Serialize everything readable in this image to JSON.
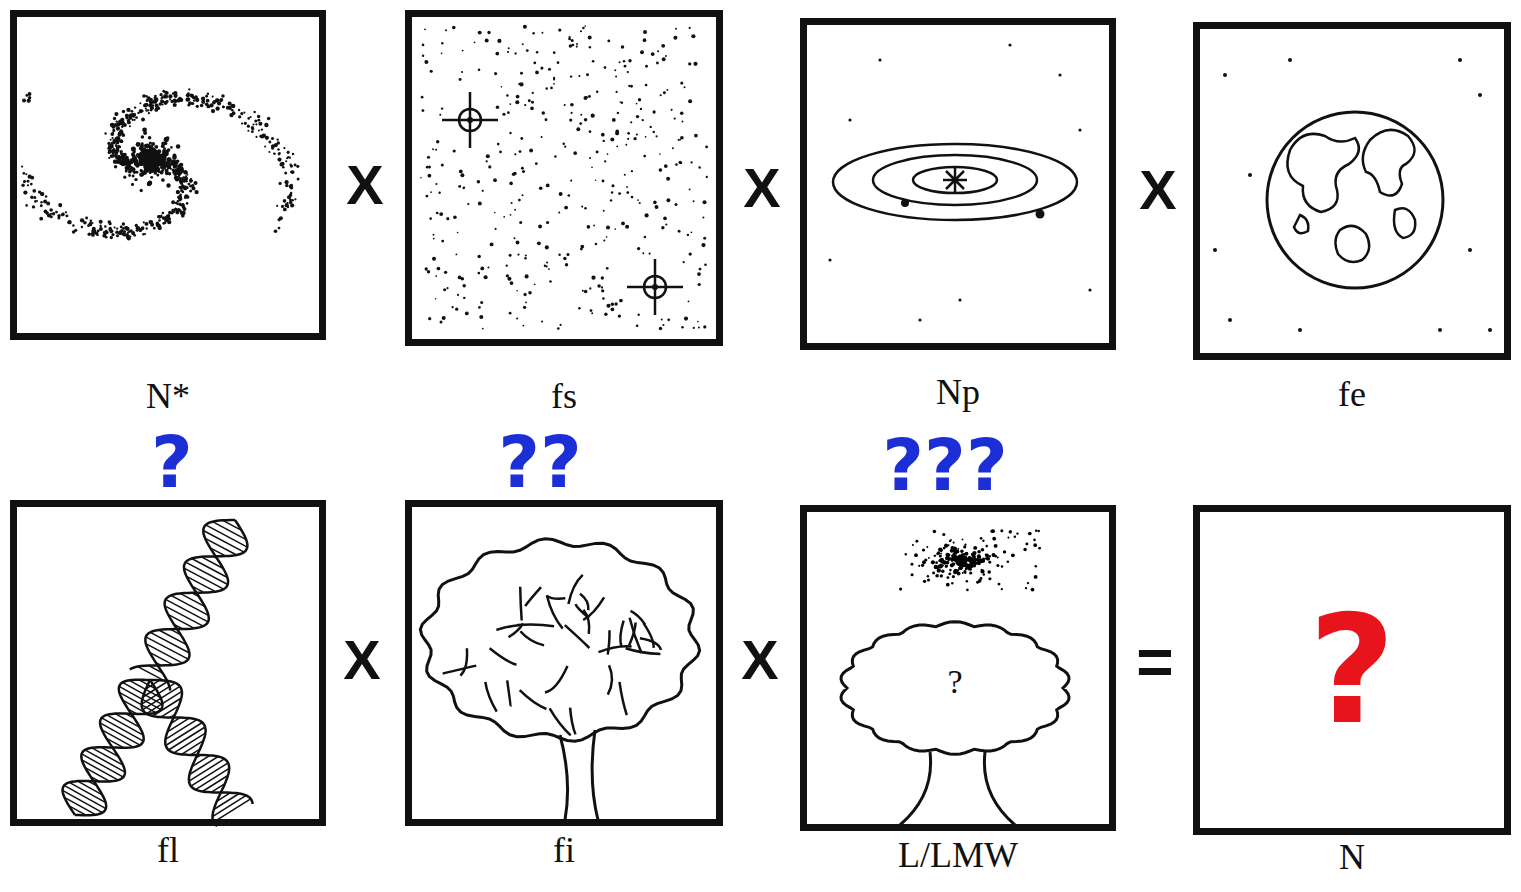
{
  "diagram": {
    "nodes": [
      {
        "text": [
          "N*"
        ]
      },
      {
        "text": [
          "fs"
        ]
      },
      {
        "text": [
          "Np"
        ]
      },
      {
        "text": [
          "fe"
        ]
      },
      {
        "text": [
          "fl"
        ]
      },
      {
        "text": [
          "fi"
        ]
      },
      {
        "text": [
          "L/LMW"
        ]
      },
      {
        "text": [
          "?",
          "N"
        ]
      }
    ],
    "labels": [
      "X",
      "X",
      "X",
      "?",
      "??",
      "???",
      "X",
      "X",
      "?",
      "="
    ]
  }
}
